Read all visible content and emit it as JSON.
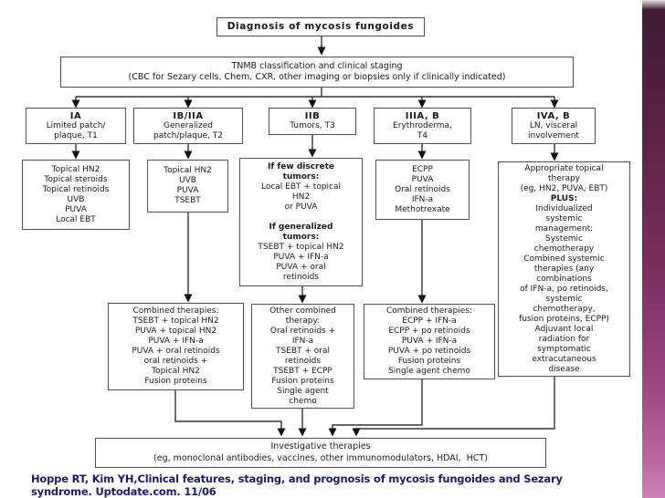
{
  "slide": {
    "background": "#ffffff",
    "colors": {
      "box_border": "#4f4f4f",
      "box_text": "#1a1a1a",
      "connector": "#333333",
      "citation_text": "#1c1c5e",
      "accent_band_gradient": [
        "#431b37",
        "#5d2448",
        "#7c3061",
        "#9c4380",
        "#cc80b5"
      ]
    }
  },
  "flowchart": {
    "diagnosis": {
      "lines": [
        {
          "t": "Diagnosis of mycosis fungoides",
          "b": true
        }
      ]
    },
    "staging": {
      "lines": [
        "TNMB classification and clinical staging",
        "(CBC for Sezary cells, Chem, CXR, other imaging or biopsies only if clinically indicated)"
      ]
    },
    "stages": [
      {
        "lines": [
          {
            "t": "IA",
            "b": true
          },
          "Limited patch/",
          "plaque, T1"
        ]
      },
      {
        "lines": [
          {
            "t": "IB/IIA",
            "b": true
          },
          "Generalized",
          "patch/plaque, T2"
        ]
      },
      {
        "lines": [
          {
            "t": "IIB",
            "b": true
          },
          "Tumors, T3"
        ]
      },
      {
        "lines": [
          {
            "t": "IIIA, B",
            "b": true
          },
          "Erythroderma,",
          "T4"
        ]
      },
      {
        "lines": [
          {
            "t": "IVA, B",
            "b": true
          },
          "LN, visceral",
          "involvement"
        ]
      }
    ],
    "treatments": [
      {
        "lines": [
          "Topical HN2",
          "Topical steroids",
          "Topical retinoids",
          "UVB",
          "PUVA",
          "Local EBT"
        ]
      },
      {
        "lines": [
          "Topical HN2",
          "UVB",
          "PUVA",
          "TSEBT"
        ]
      },
      {
        "lines": [
          {
            "t": "If few discrete",
            "b": true
          },
          {
            "t": "tumors:",
            "b": true
          },
          "Local EBT + topical",
          "HN2",
          "or PUVA",
          "",
          {
            "t": "If generalized",
            "b": true
          },
          {
            "t": "tumors:",
            "b": true
          },
          "TSEBT + topical HN2",
          "PUVA + IFN-a",
          "PUVA + oral",
          "retinoids"
        ]
      },
      {
        "lines": [
          "ECPP",
          "PUVA",
          "Oral retinoids",
          "IFN-a",
          "Methotrexate"
        ]
      },
      {
        "lines": [
          "Appropriate topical",
          "therapy",
          "(eg, HN2, PUVA, EBT)",
          {
            "t": "PLUS:",
            "b": true
          },
          "Individualized",
          "systemic",
          "management:",
          "Systemic",
          "chemotherapy",
          "Combined systemic",
          "therapies (any",
          "combinations",
          "of IFN-a, po retinoids,",
          "systemic",
          "chemotherapy,",
          "fusion proteins, ECPP)",
          "Adjuvant local",
          "radiation for",
          "symptomatic",
          "extracutaneous",
          "disease"
        ]
      }
    ],
    "combined": [
      {
        "lines": [
          "Combined therapies:",
          "TSEBT + topical HN2",
          "PUVA + topical HN2",
          "PUVA + IFN-a",
          "PUVA + oral retinoids",
          "oral retinoids +",
          "Topical HN2",
          "Fusion proteins"
        ]
      },
      {
        "lines": [
          "Other combined",
          "therapy:",
          "Oral retinoids +",
          "IFN-a",
          "TSEBT + oral",
          "retinoids",
          "TSEBT + ECPP",
          "Fusion proteins",
          "Single agent",
          "chemo"
        ]
      },
      {
        "lines": [
          "Combined therapies:",
          "ECPP + IFN-a",
          "ECPP + po retinoids",
          "PUVA + IFN-a",
          "PUVA + po retinoids",
          "Fusion proteins",
          "Single agent chemo"
        ]
      }
    ],
    "investigative": {
      "lines": [
        "Investigative therapies",
        "(eg, monoclonal antibodies, vaccines, other immunomodulators, HDAI,  HCT)"
      ]
    }
  },
  "citation": {
    "lines": [
      "Hoppe RT, Kim YH,Clinical features, staging, and prognosis of mycosis fungoides and Sezary",
      "syndrome. Uptodate.com. 11/06"
    ]
  }
}
